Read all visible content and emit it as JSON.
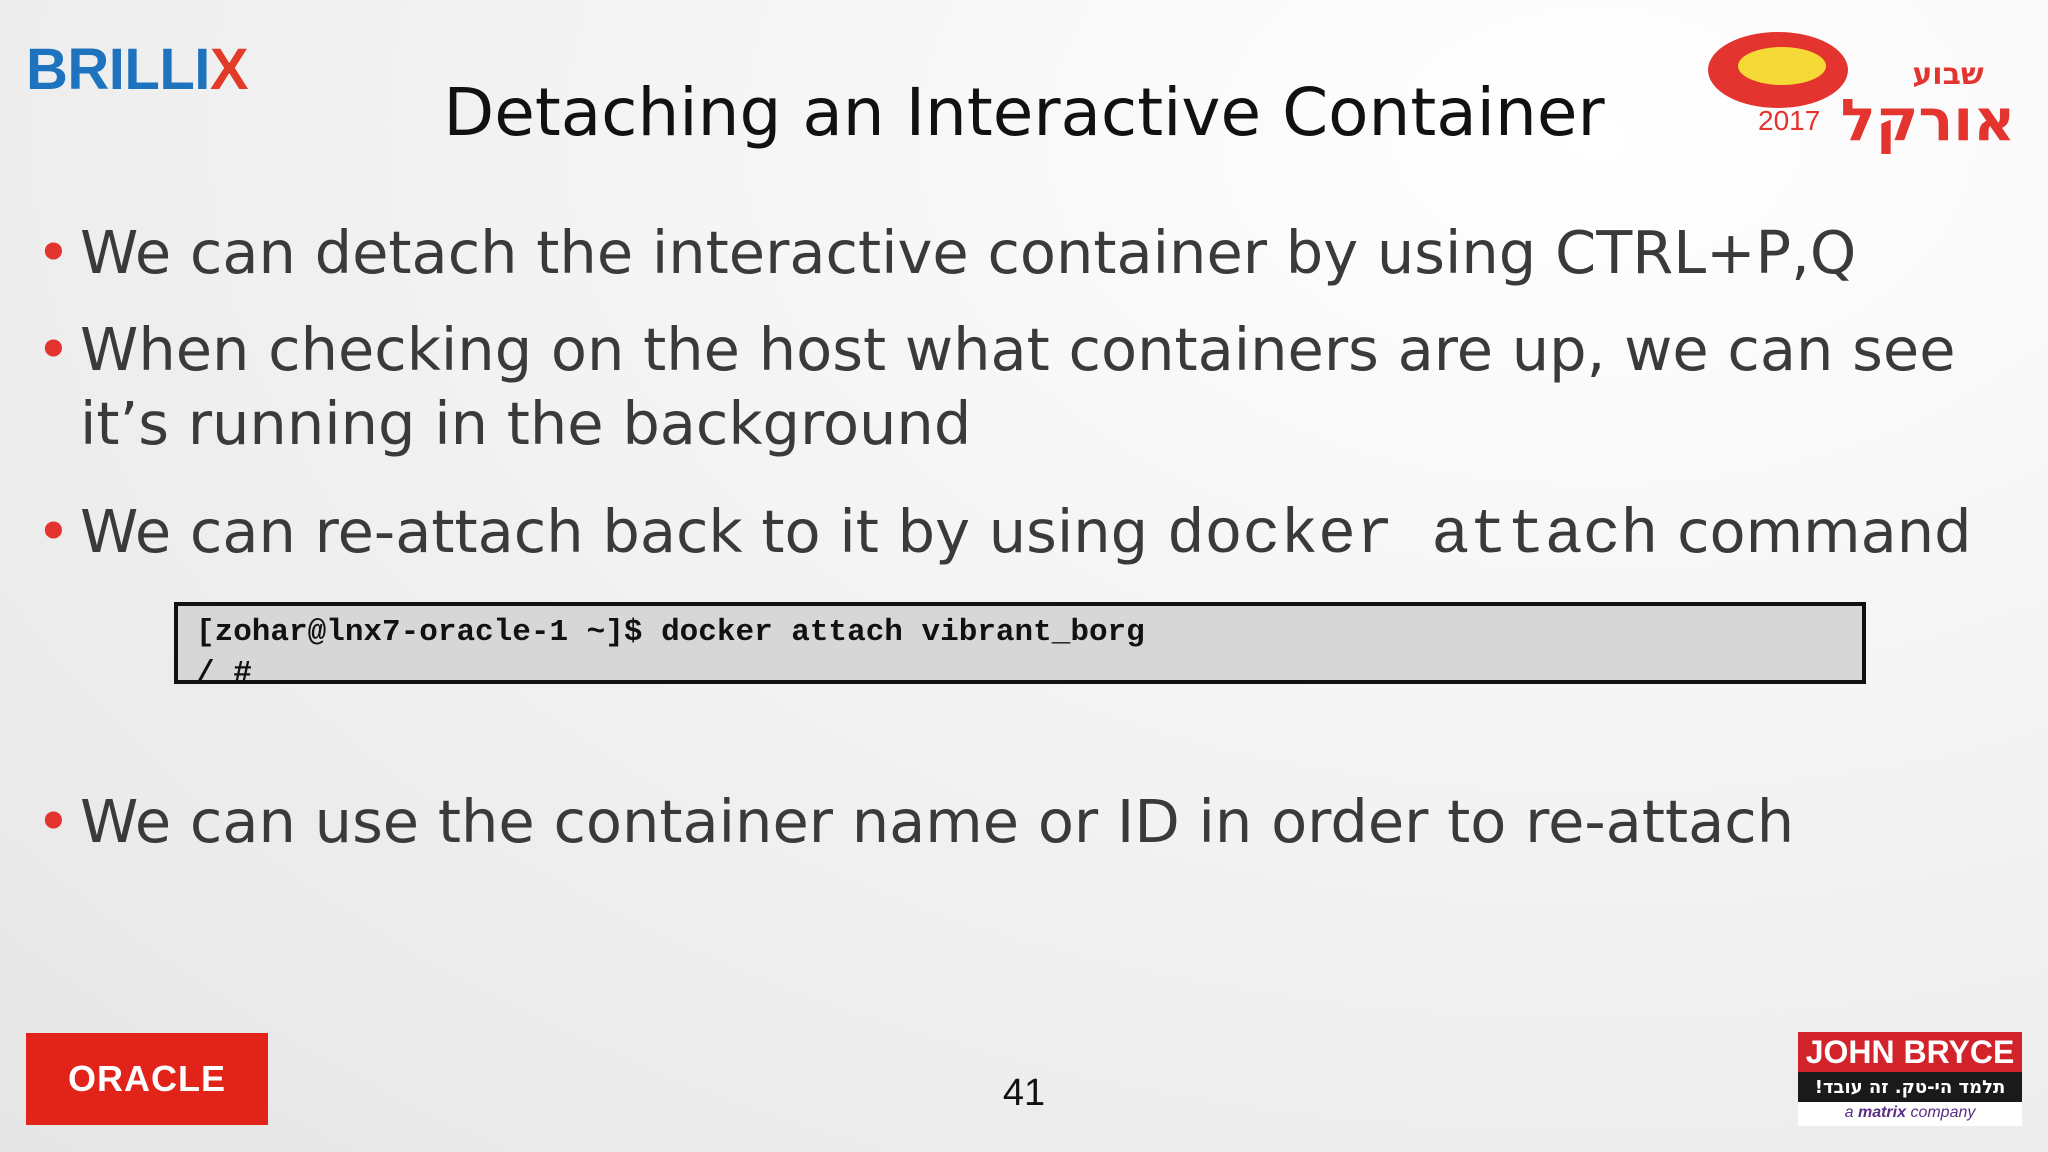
{
  "logos": {
    "brillix_main": "BRILLI",
    "brillix_x": "X",
    "oracle_week_year": "2017",
    "oracle_week_hebrew_top": "שבוע",
    "oracle_week_hebrew_main": "אורקל",
    "oracle": "ORACLE",
    "john_bryce": "JOHN BRYCE",
    "john_bryce_tagline": "תלמד הי-טק. זה עובד!",
    "matrix_prefix": "a",
    "matrix_brand": "matrix",
    "matrix_suffix": "company"
  },
  "slide": {
    "title": "Detaching an Interactive Container",
    "bullet_marker": "•",
    "bullets": [
      {
        "text": "We can detach the interactive container by using CTRL+P,Q"
      },
      {
        "text": "When checking on the host what containers are up, we can see it’s running in the background"
      },
      {
        "text_before": "We can re-attach back to it by using ",
        "code": "docker attach",
        "text_after": " command"
      },
      {
        "text": "We can use the container name or ID in order to re-attach"
      }
    ],
    "terminal": {
      "line1": "[zohar@lnx7-oracle-1 ~]$ docker attach vibrant_borg",
      "line2": "/ #"
    },
    "page_number": "41"
  },
  "colors": {
    "brillix_blue": "#1e73be",
    "accent_red": "#e3342f",
    "oracle_red": "#e2231a",
    "oracle_week_yellow": "#f5d936",
    "terminal_bg": "#d7d7d7"
  }
}
